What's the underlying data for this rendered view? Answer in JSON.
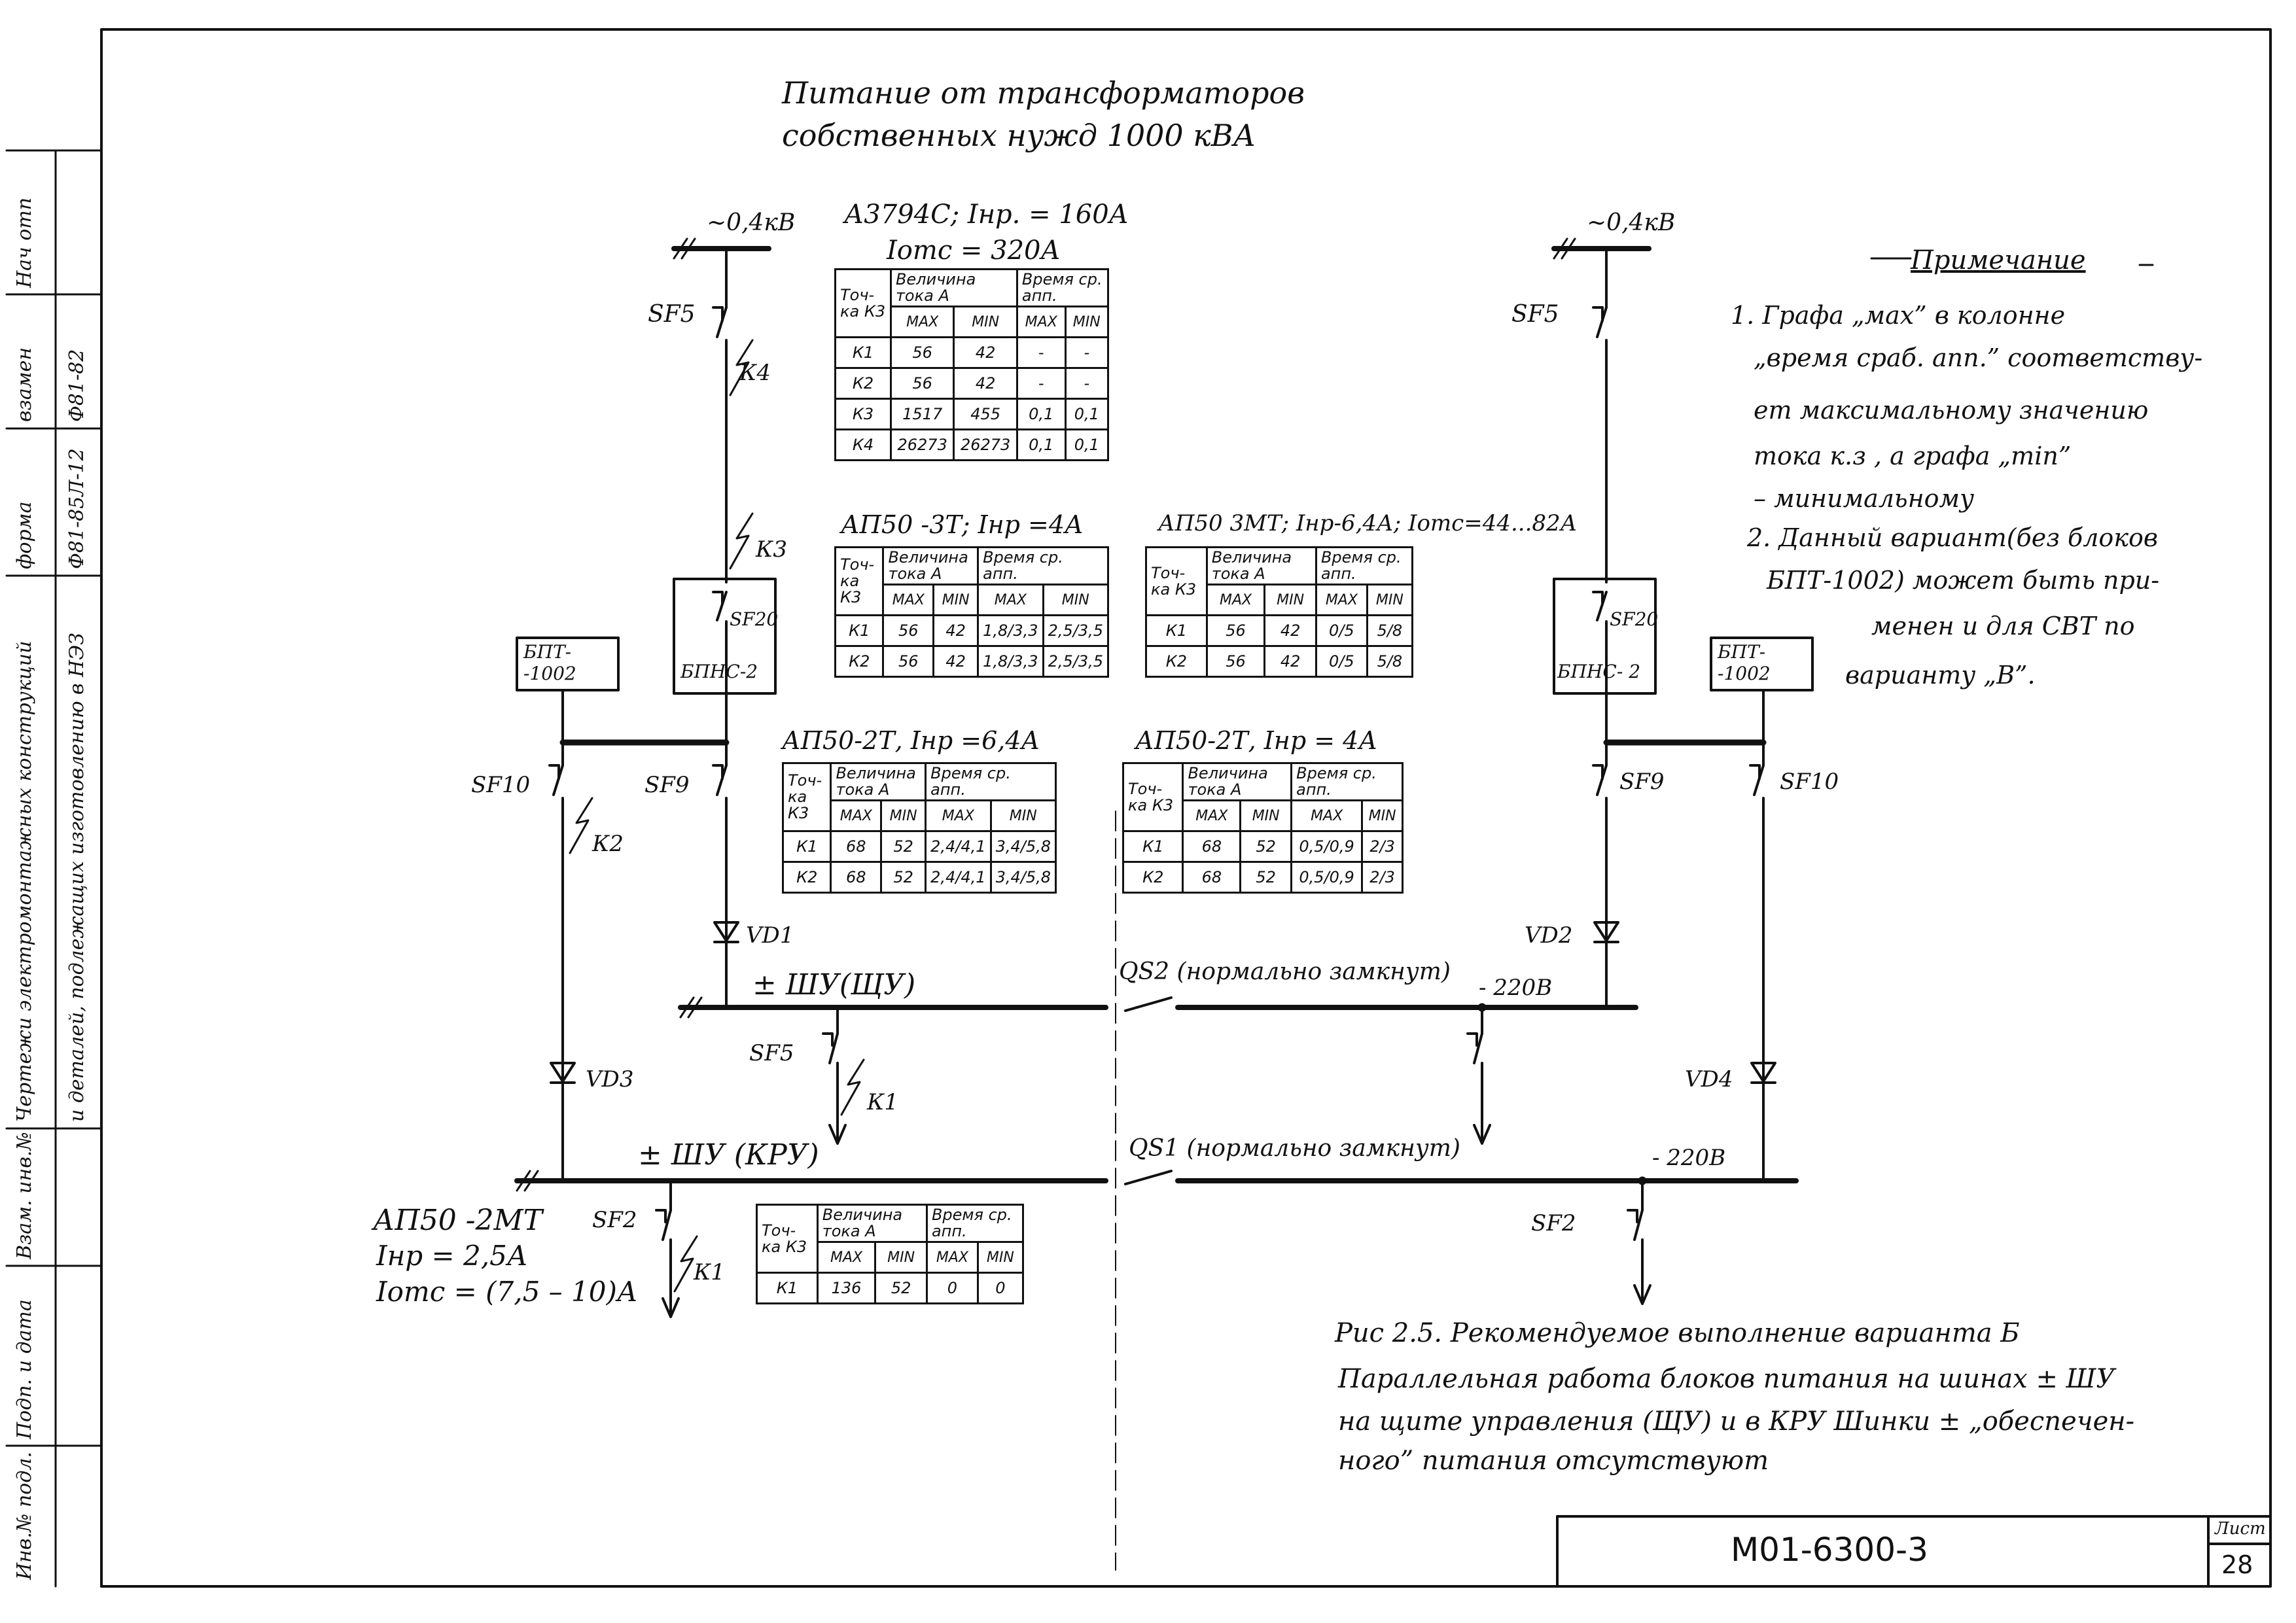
{
  "title": {
    "line1": "Питание от трансформаторов",
    "line2": "собственных нужд 1000 кВА"
  },
  "sources": {
    "left_voltage": "~0,4кВ",
    "right_voltage": "~0,4кВ",
    "breaker_line1": "А3794С; Iнр. = 160А",
    "breaker_line2": "Iотс = 320А"
  },
  "labels": {
    "sf5_left": "SF5",
    "sf5_right": "SF5",
    "k4": "К4",
    "k3": "К3",
    "sf20_left": "SF20",
    "sf20_right": "SF20",
    "bpns_left": "БПНС-2",
    "bpns_right": "БПНС- 2",
    "bpt_left": "БПТ- -1002",
    "bpt_right": "БПТ- -1002",
    "sf10_left": "SF10",
    "sf9_left": "SF9",
    "sf9_right": "SF9",
    "sf10_right": "SF10",
    "k2": "К2",
    "vd1": "VD1",
    "vd2": "VD2",
    "vd3": "VD3",
    "vd4": "VD4",
    "bus_shu_shchu": "± ШУ(ЩУ)",
    "qs2": "QS2 (нормально замкнут)",
    "v220_top": "- 220В",
    "sf5_mid": "SF5",
    "k1_mid": "К1",
    "bus_shu_kru": "± ШУ (КРУ)",
    "qs1": "QS1 (нормально замкнут)",
    "v220_bottom": "- 220В",
    "sf2_left": "SF2",
    "k1_left": "К1",
    "sf2_right": "SF2"
  },
  "breaker_bottom": {
    "line1": "АП50 -2МТ",
    "line2": "Iнр = 2,5А",
    "line3": "Iотс = (7,5 – 10)А"
  },
  "table_headers": {
    "col1": "Точ- ка К3",
    "col2": "Величина тока А",
    "col3": "Время ср. апп.",
    "max": "МАХ",
    "min": "МIN"
  },
  "table_top": {
    "rows": [
      [
        "К1",
        "56",
        "42",
        "-",
        "-"
      ],
      [
        "К2",
        "56",
        "42",
        "-",
        "-"
      ],
      [
        "К3",
        "1517",
        "455",
        "0,1",
        "0,1"
      ],
      [
        "К4",
        "26273",
        "26273",
        "0,1",
        "0,1"
      ]
    ]
  },
  "table_ap50_3t": {
    "caption": "АП50 -3Т; Iнр =4А",
    "rows": [
      [
        "К1",
        "56",
        "42",
        "1,8/3,3",
        "2,5/3,5"
      ],
      [
        "К2",
        "56",
        "42",
        "1,8/3,3",
        "2,5/3,5"
      ]
    ]
  },
  "table_ap50_3mt": {
    "caption": "АП50 3МТ; Iнр-6,4А; Iотс=44...82А",
    "rows": [
      [
        "К1",
        "56",
        "42",
        "0/5",
        "5/8"
      ],
      [
        "К2",
        "56",
        "42",
        "0/5",
        "5/8"
      ]
    ]
  },
  "table_ap50_2t_left": {
    "caption": "АП50-2Т, Iнр =6,4А",
    "rows": [
      [
        "К1",
        "68",
        "52",
        "2,4/4,1",
        "3,4/5,8"
      ],
      [
        "К2",
        "68",
        "52",
        "2,4/4,1",
        "3,4/5,8"
      ]
    ]
  },
  "table_ap50_2t_right": {
    "caption": "АП50-2Т, Iнр = 4А",
    "rows": [
      [
        "К1",
        "68",
        "52",
        "0,5/0,9",
        "2/3"
      ],
      [
        "К2",
        "68",
        "52",
        "0,5/0,9",
        "2/3"
      ]
    ]
  },
  "table_bottom": {
    "rows": [
      [
        "К1",
        "136",
        "52",
        "0",
        "0"
      ]
    ]
  },
  "note": {
    "heading": "Примечание",
    "lines": [
      "1. Графа „мах” в колонне",
      "„время сраб. апп.” соответству-",
      "ет максимальному значению",
      "тока к.з , а графа „min”",
      "– минимальному",
      "2. Данный вариант(без блоков",
      "БПТ-1002) может быть при-",
      "менен и для СВТ по",
      "варианту „В”."
    ]
  },
  "caption": {
    "line1": "Рис 2.5. Рекомендуемое выполнение варианта Б",
    "line2": "Параллельная работа блоков питания на шинах ± ШУ",
    "line3": "на щите управления (ЩУ) и в КРУ  Шинки ± „обеспечен-",
    "line4": "ного” питания отсутствуют"
  },
  "title_block": {
    "doc_number": "М01-6300-3",
    "sheet_label": "Лист",
    "sheet_number": "28"
  },
  "side_stamp": {
    "chief": "Нач отп",
    "chief_sign": "",
    "replaced": "взамен",
    "replaced_val": "Ф81-82",
    "form": "форма",
    "form_val": "Ф81-85Л-12",
    "purpose_line1": "Чертежи электромонтажных конструкций",
    "purpose_line2": "и деталей, подлежащих изготовлению в НЭЗ",
    "inv_label": "Взам. инв.№",
    "sign_date": "Подп. и дата",
    "inv_orig": "Инв.№ подл."
  }
}
